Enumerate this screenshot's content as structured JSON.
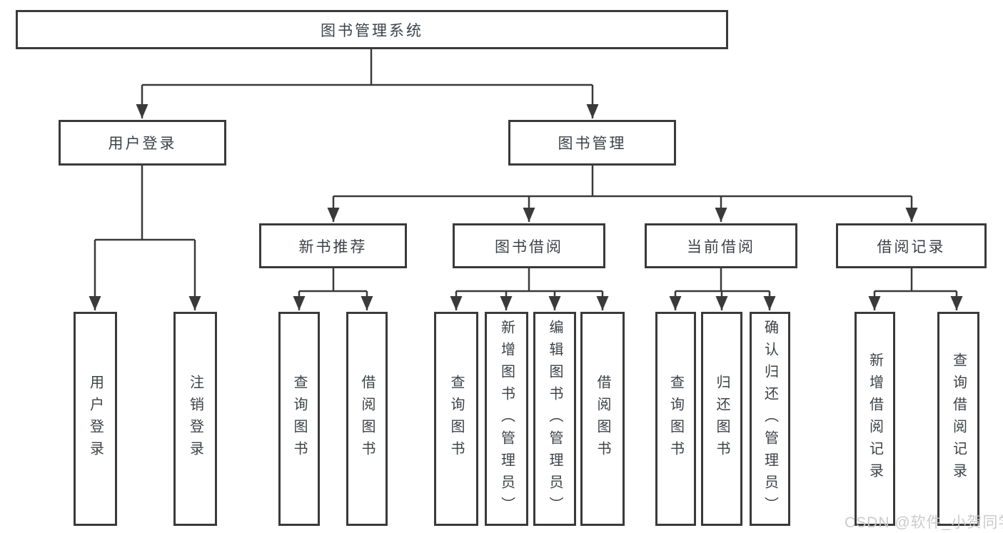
{
  "tree": {
    "root": "图书管理系统",
    "children": [
      {
        "label": "用户登录",
        "children": [
          {
            "label": "用户登录"
          },
          {
            "label": "注销登录"
          }
        ]
      },
      {
        "label": "图书管理",
        "children": [
          {
            "label": "新书推荐",
            "children": [
              {
                "label": "查询图书"
              },
              {
                "label": "借阅图书"
              }
            ]
          },
          {
            "label": "图书借阅",
            "children": [
              {
                "label": "查询图书"
              },
              {
                "label": "新增图书（管理员）"
              },
              {
                "label": "编辑图书（管理员）"
              },
              {
                "label": "借阅图书"
              }
            ]
          },
          {
            "label": "当前借阅",
            "children": [
              {
                "label": "查询图书"
              },
              {
                "label": "归还图书"
              },
              {
                "label": "确认归还（管理员）"
              }
            ]
          },
          {
            "label": "借阅记录",
            "children": [
              {
                "label": "新增借阅记录"
              },
              {
                "label": "查询借阅记录"
              }
            ]
          }
        ]
      }
    ]
  },
  "watermark": "CSDN @软件_小贺同学",
  "colors": {
    "line": "#3a3a3a",
    "text": "#3d4248",
    "watermark": "#c8c8c8",
    "background": "#ffffff"
  }
}
